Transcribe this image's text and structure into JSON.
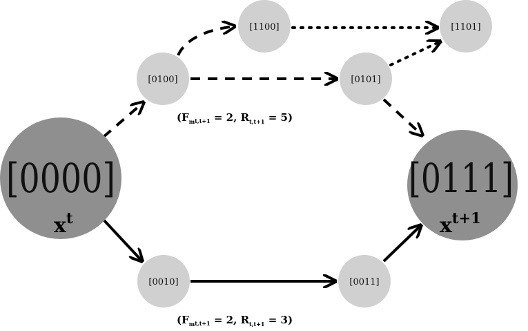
{
  "nodes": {
    "start": {
      "label": "[0000]",
      "var": "x",
      "sup": "t"
    },
    "end": {
      "label": "[0111]",
      "var": "x",
      "sup": "t+1"
    },
    "n0100": {
      "label": "[0100]"
    },
    "n1100": {
      "label": "[1100]"
    },
    "n1101": {
      "label": "[1101]"
    },
    "n0101": {
      "label": "[0101]"
    },
    "n0010": {
      "label": "[0010]"
    },
    "n0011": {
      "label": "[0011]"
    }
  },
  "annotations": {
    "top": {
      "open": "(F",
      "sub1": "m",
      "sub2": "t,t+1",
      "mid": " = 2, R",
      "sub3": "t,t+1",
      "close": " = 5)"
    },
    "bottom": {
      "open": "(F",
      "sub1": "m",
      "sub2": "t,t+1",
      "mid": " = 2, R",
      "sub3": "t,t+1",
      "close": " = 3)"
    }
  },
  "colors": {
    "big_node": "#8f8f8f",
    "small_node": "#d0d0d0",
    "edge": "#000000"
  }
}
